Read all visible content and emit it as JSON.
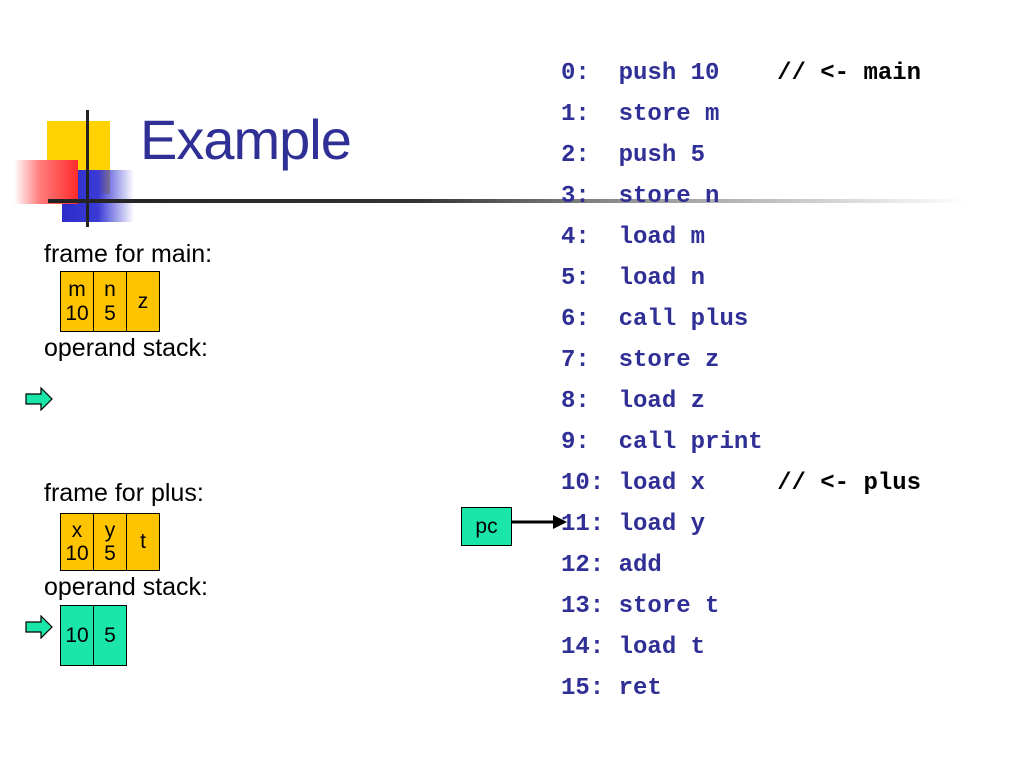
{
  "slide": {
    "title": "Example"
  },
  "main_frame": {
    "label": "frame for main:",
    "cells": [
      {
        "name": "m",
        "value": "10"
      },
      {
        "name": "n",
        "value": "5"
      },
      {
        "name": "z",
        "value": ""
      }
    ],
    "stack_label": "operand stack:",
    "stack_values": []
  },
  "plus_frame": {
    "label": "frame for plus:",
    "cells": [
      {
        "name": "x",
        "value": "10"
      },
      {
        "name": "y",
        "value": "5"
      },
      {
        "name": "t",
        "value": ""
      }
    ],
    "stack_label": "operand stack:",
    "stack_values": [
      "10",
      "5"
    ]
  },
  "pc": {
    "label": "pc",
    "points_to_line": "11"
  },
  "colors": {
    "title": "#2f2f96",
    "frame_cell": "#ffc400",
    "stack_cell": "#19e6a8",
    "code": "#2f2f96"
  },
  "code": [
    {
      "index": "0:",
      "instr": "push 10",
      "comment": "// <- main"
    },
    {
      "index": "1:",
      "instr": "store m",
      "comment": ""
    },
    {
      "index": "2:",
      "instr": "push 5",
      "comment": ""
    },
    {
      "index": "3:",
      "instr": "store n",
      "comment": ""
    },
    {
      "index": "4:",
      "instr": "load m",
      "comment": ""
    },
    {
      "index": "5:",
      "instr": "load n",
      "comment": ""
    },
    {
      "index": "6:",
      "instr": "call plus",
      "comment": ""
    },
    {
      "index": "7:",
      "instr": "store z",
      "comment": ""
    },
    {
      "index": "8:",
      "instr": "load z",
      "comment": ""
    },
    {
      "index": "9:",
      "instr": "call print",
      "comment": ""
    },
    {
      "index": "10:",
      "instr": "load x",
      "comment": "// <- plus"
    },
    {
      "index": "11:",
      "instr": "load y",
      "comment": ""
    },
    {
      "index": "12:",
      "instr": "add",
      "comment": ""
    },
    {
      "index": "13:",
      "instr": "store t",
      "comment": ""
    },
    {
      "index": "14:",
      "instr": "load t",
      "comment": ""
    },
    {
      "index": "15:",
      "instr": "ret",
      "comment": ""
    }
  ]
}
